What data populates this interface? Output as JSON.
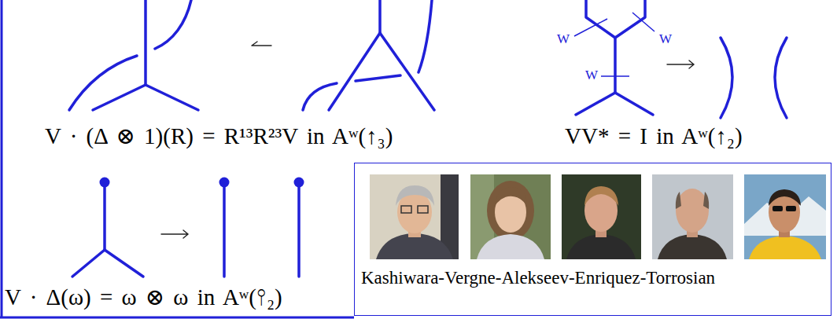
{
  "diagram": {
    "nodes": [
      {
        "text": [
          "Kashiwara-Vergne-Alekseev-Enriquez-Torrosian"
        ]
      }
    ],
    "labels": [
      "W",
      "W",
      "W",
      "V · (Δ ⊗ 1)(R) = R¹³R²³V in Aʷ(↑₃)",
      "VV* = I in Aʷ(↑₂)",
      "V · Δ(ω) = ω ⊗ ω in Aʷ(⫯₂)"
    ]
  }
}
